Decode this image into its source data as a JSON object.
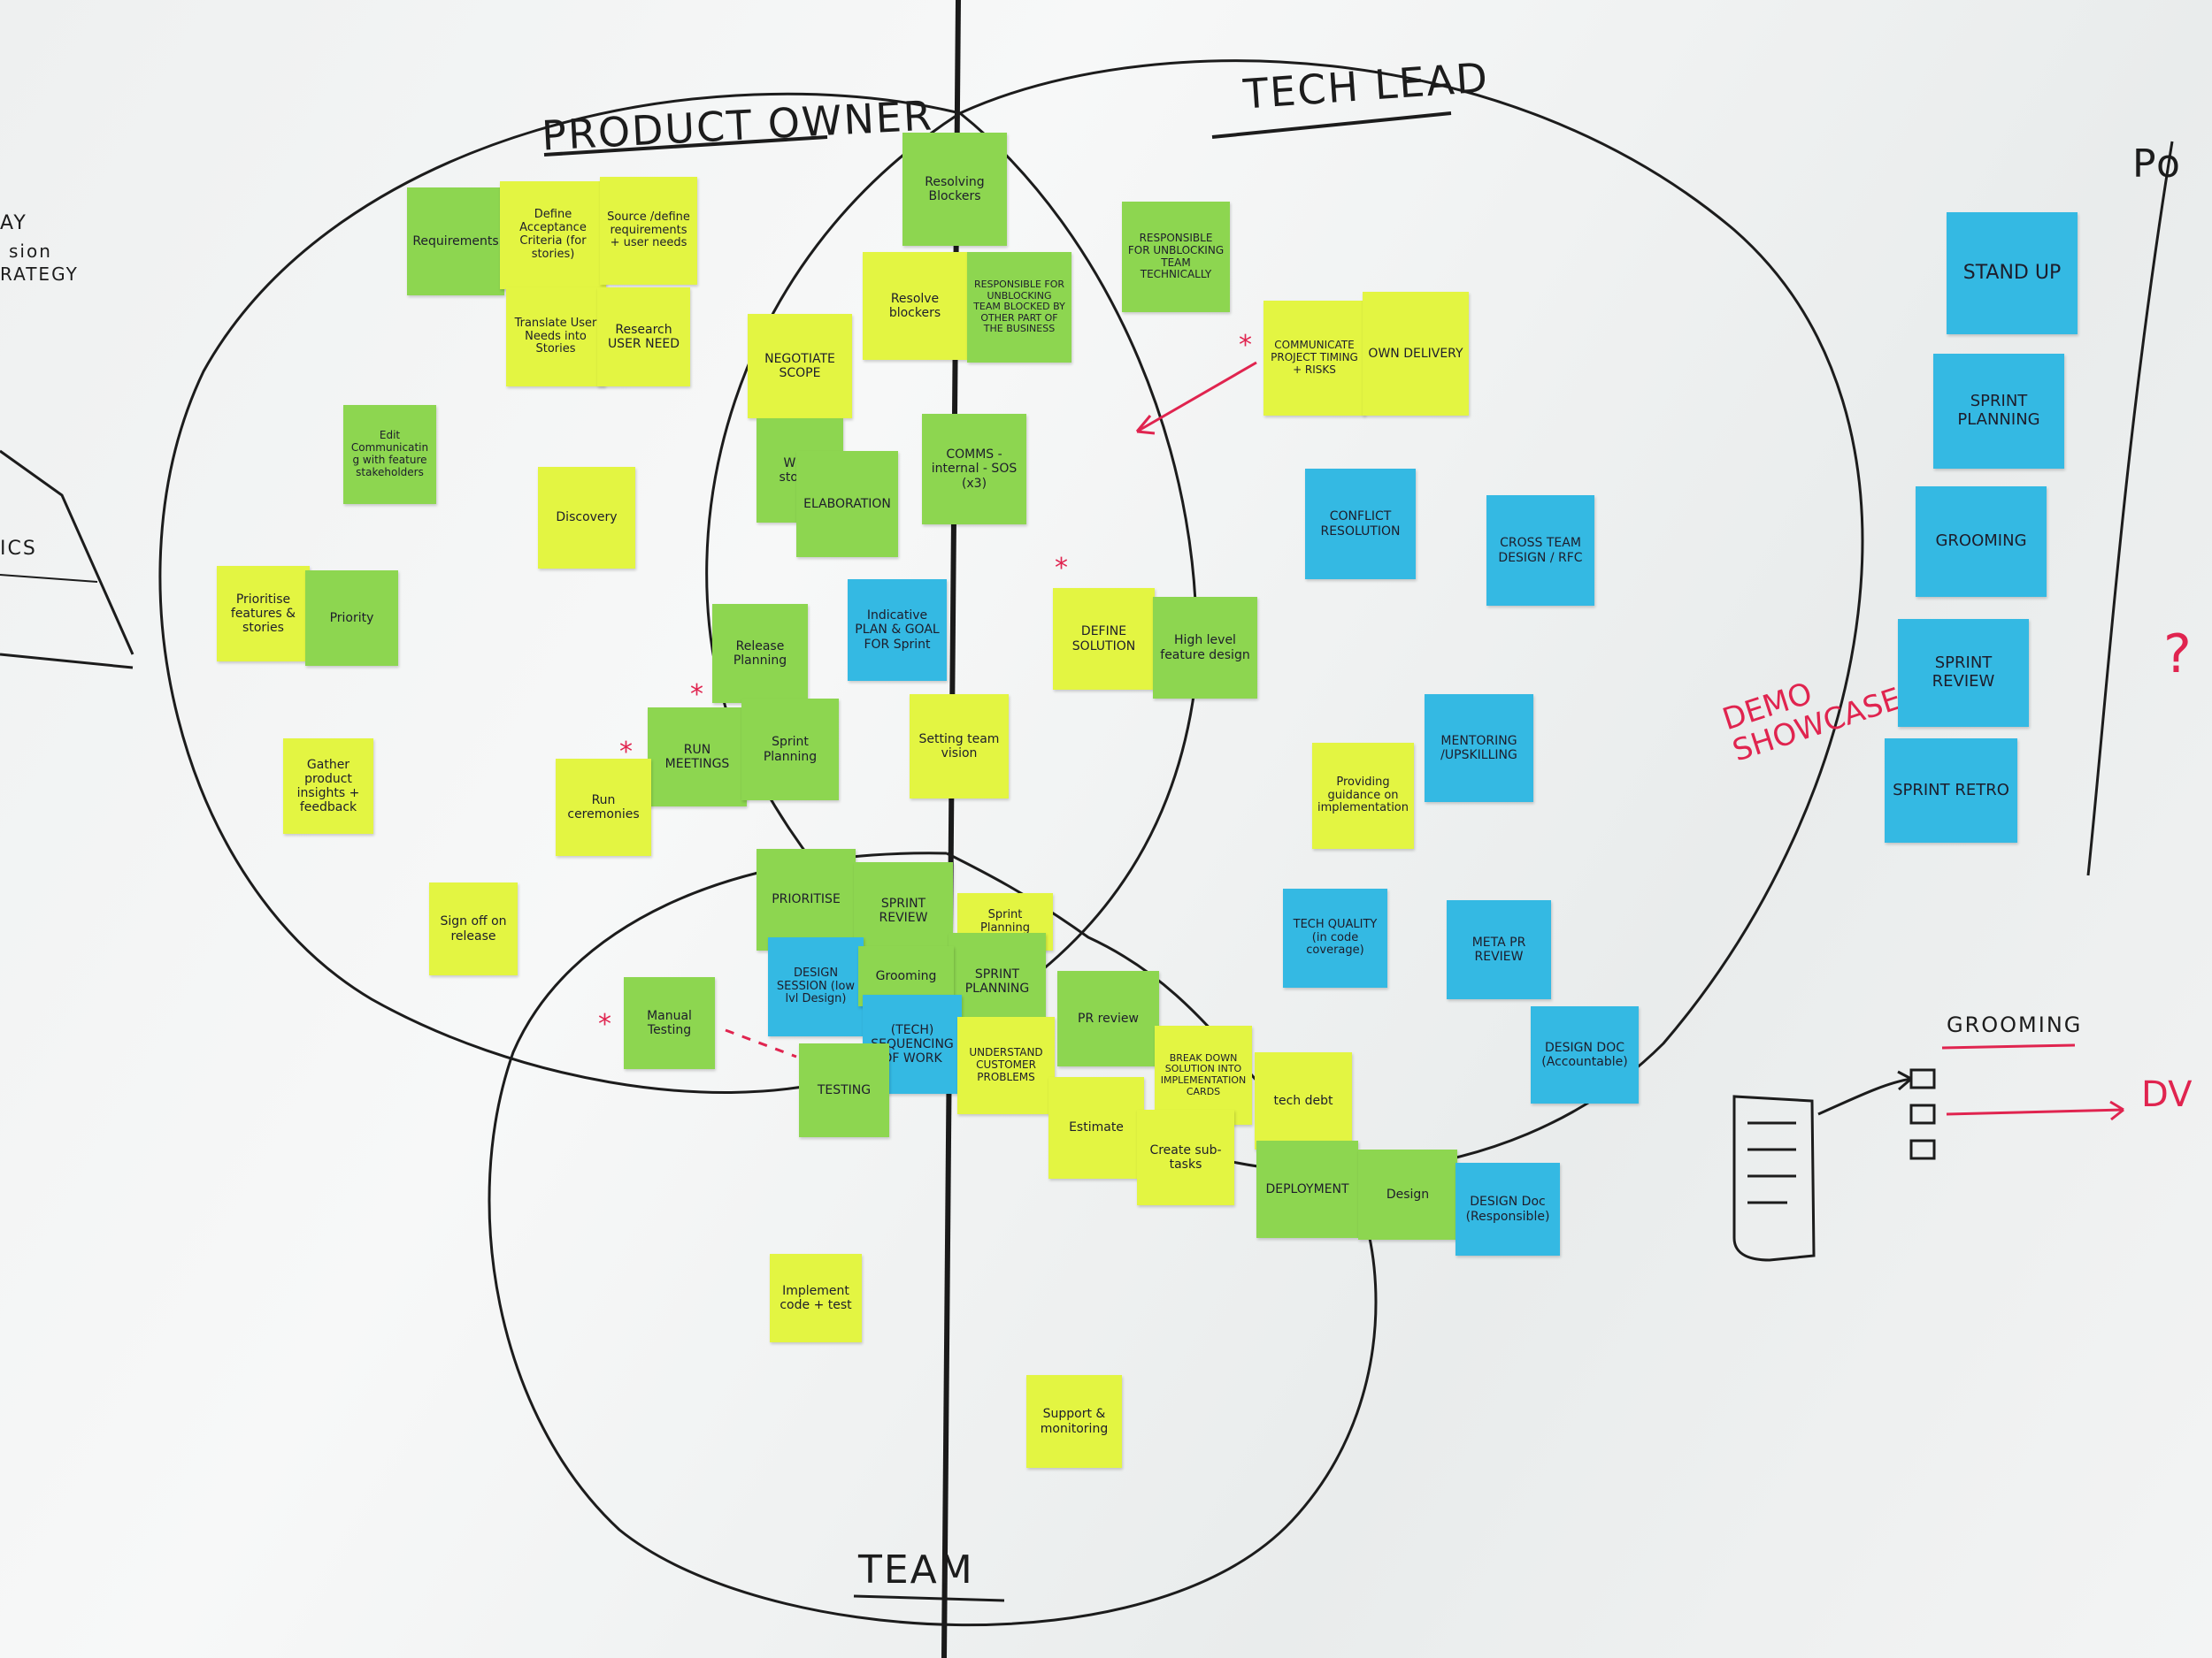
{
  "headings": {
    "product_owner": "PRODUCT OWNER",
    "tech_lead": "TECH LEAD",
    "team": "TEAM",
    "po_right": "Po",
    "grooming": "GROOMING"
  },
  "annotations": {
    "demo_showcase": "DEMO SHOWCASE",
    "question_mark": "?",
    "dr_fragment": "DV"
  },
  "left_edge_text": [
    "AY",
    "sion",
    "RATEGY",
    "ICS"
  ],
  "colors": {
    "yellow": "#e3f542",
    "green": "#8dd650",
    "blue": "#34b9e3",
    "ink": "#1c1c1c",
    "red_marker": "#e0244f"
  },
  "notes": [
    {
      "id": "requirements",
      "color": "green",
      "text": "Requirements"
    },
    {
      "id": "define-acceptance",
      "color": "yellow",
      "text": "Define Acceptance Criteria (for stories)"
    },
    {
      "id": "source-define",
      "color": "yellow",
      "text": "Source /define requirements + user needs"
    },
    {
      "id": "translate-user-needs",
      "color": "yellow",
      "text": "Translate User Needs into Stories"
    },
    {
      "id": "research-user-need",
      "color": "yellow",
      "text": "Research USER NEED"
    },
    {
      "id": "resolving-blockers",
      "color": "green",
      "text": "Resolving Blockers"
    },
    {
      "id": "resolve-blockers",
      "color": "yellow",
      "text": "Resolve blockers"
    },
    {
      "id": "responsible-unblocking-team",
      "color": "green",
      "text": "RESPONSIBLE FOR UNBLOCKING TEAM BLOCKED BY OTHER PART OF THE BUSINESS"
    },
    {
      "id": "responsible-tech",
      "color": "green",
      "text": "RESPONSIBLE FOR UNBLOCKING TEAM TECHNICALLY"
    },
    {
      "id": "communicate-timing",
      "color": "yellow",
      "text": "COMMUNICATE PROJECT TIMING + RISKS"
    },
    {
      "id": "own-delivery",
      "color": "yellow",
      "text": "OWN DELIVERY"
    },
    {
      "id": "negotiate-scope",
      "color": "yellow",
      "text": "NEGOTIATE SCOPE"
    },
    {
      "id": "write-stories",
      "color": "green",
      "text": "Write stories"
    },
    {
      "id": "elaboration",
      "color": "green",
      "text": "ELABORATION"
    },
    {
      "id": "comms",
      "color": "green",
      "text": "COMMS - internal - SOS (x3)"
    },
    {
      "id": "edit-communicating",
      "color": "green",
      "text": "Edit Communicating with feature stakeholders"
    },
    {
      "id": "discovery",
      "color": "yellow",
      "text": "Discovery"
    },
    {
      "id": "conflict-resolution",
      "color": "blue",
      "text": "CONFLICT RESOLUTION"
    },
    {
      "id": "cross-team-design",
      "color": "blue",
      "text": "CROSS TEAM DESIGN / RFC"
    },
    {
      "id": "prioritise-features",
      "color": "yellow",
      "text": "Prioritise features & stories"
    },
    {
      "id": "priority",
      "color": "green",
      "text": "Priority"
    },
    {
      "id": "release-planning",
      "color": "green",
      "text": "Release Planning"
    },
    {
      "id": "indicative-plan",
      "color": "blue",
      "text": "Indicative PLAN & GOAL FOR Sprint"
    },
    {
      "id": "define-solution",
      "color": "yellow",
      "text": "DEFINE SOLUTION"
    },
    {
      "id": "high-level-design",
      "color": "green",
      "text": "High level feature design"
    },
    {
      "id": "run-meetings",
      "color": "green",
      "text": "RUN MEETINGS"
    },
    {
      "id": "sprint-planning-mid",
      "color": "green",
      "text": "Sprint Planning"
    },
    {
      "id": "setting-vision",
      "color": "yellow",
      "text": "Setting team vision"
    },
    {
      "id": "mentoring",
      "color": "blue",
      "text": "MENTORING /UPSKILLING"
    },
    {
      "id": "providing-guidance",
      "color": "yellow",
      "text": "Providing guidance on implementation"
    },
    {
      "id": "gather-insights",
      "color": "yellow",
      "text": "Gather product insights + feedback"
    },
    {
      "id": "run-ceremonies",
      "color": "yellow",
      "text": "Run ceremonies"
    },
    {
      "id": "sign-off",
      "color": "yellow",
      "text": "Sign off on release"
    },
    {
      "id": "prioritise",
      "color": "green",
      "text": "PRIORITISE"
    },
    {
      "id": "sprint-review-team",
      "color": "green",
      "text": "SPRINT REVIEW"
    },
    {
      "id": "sprint-planning-team",
      "color": "yellow",
      "text": "Sprint Planning"
    },
    {
      "id": "sprint-planning-team2",
      "color": "green",
      "text": "SPRINT PLANNING"
    },
    {
      "id": "design-session",
      "color": "blue",
      "text": "DESIGN SESSION (low lvl Design)"
    },
    {
      "id": "grooming-note",
      "color": "green",
      "text": "Grooming"
    },
    {
      "id": "tech-sequencing",
      "color": "blue",
      "text": "(TECH) SEQUENCING OF WORK"
    },
    {
      "id": "understand-customer",
      "color": "yellow",
      "text": "UNDERSTAND CUSTOMER PROBLEMS"
    },
    {
      "id": "testing",
      "color": "green",
      "text": "TESTING"
    },
    {
      "id": "manual-testing",
      "color": "green",
      "text": "Manual Testing"
    },
    {
      "id": "pr-review",
      "color": "green",
      "text": "PR review"
    },
    {
      "id": "breakdown-solution",
      "color": "yellow",
      "text": "BREAK DOWN SOLUTION INTO IMPLEMENTATION CARDS"
    },
    {
      "id": "tech-debt",
      "color": "yellow",
      "text": "tech debt"
    },
    {
      "id": "estimate",
      "color": "yellow",
      "text": "Estimate"
    },
    {
      "id": "create-subtasks",
      "color": "yellow",
      "text": "Create sub-tasks"
    },
    {
      "id": "deployment",
      "color": "green",
      "text": "DEPLOYMENT"
    },
    {
      "id": "design",
      "color": "green",
      "text": "Design"
    },
    {
      "id": "design-doc-responsible",
      "color": "blue",
      "text": "DESIGN Doc (Responsible)"
    },
    {
      "id": "tech-quality",
      "color": "blue",
      "text": "TECH QUALITY (in code coverage)"
    },
    {
      "id": "meta-pr-review",
      "color": "blue",
      "text": "META PR REVIEW"
    },
    {
      "id": "design-doc-accountable",
      "color": "blue",
      "text": "DESIGN DOC (Accountable)"
    },
    {
      "id": "implement-code",
      "color": "yellow",
      "text": "Implement code + test"
    },
    {
      "id": "support-monitoring",
      "color": "yellow",
      "text": "Support & monitoring"
    },
    {
      "id": "stand-up",
      "color": "blue",
      "text": "STAND UP"
    },
    {
      "id": "sprint-planning-right",
      "color": "blue",
      "text": "SPRINT PLANNING"
    },
    {
      "id": "grooming-right",
      "color": "blue",
      "text": "GROOMING"
    },
    {
      "id": "sprint-review-right",
      "color": "blue",
      "text": "SPRINT REVIEW"
    },
    {
      "id": "sprint-retro",
      "color": "blue",
      "text": "SPRINT RETRO"
    }
  ]
}
